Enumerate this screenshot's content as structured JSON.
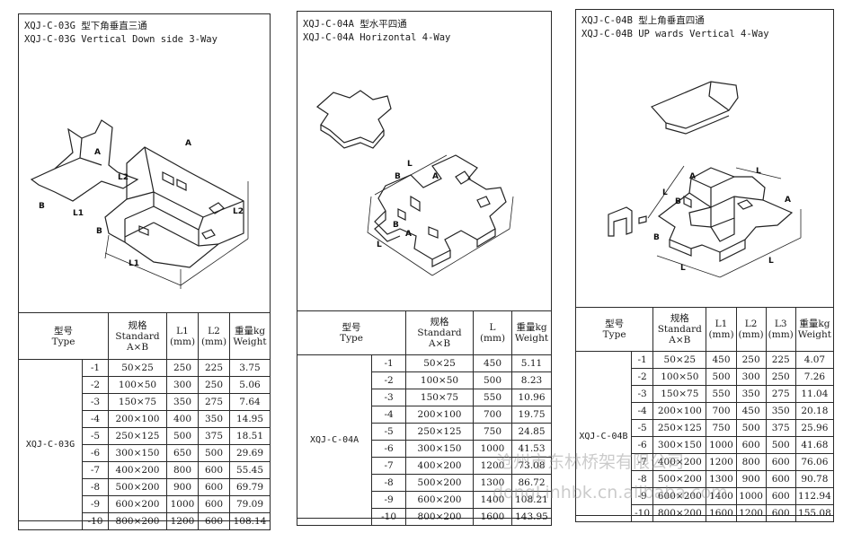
{
  "panels": [
    {
      "id": "xqj-c-03g",
      "title_cn": "XQJ-C-03G 型下角垂直三通",
      "title_en": "XQJ-C-03G Vertical Down side 3-Way",
      "type_code": "XQJ-C-03G",
      "headers": {
        "type": [
          "型号",
          "Type"
        ],
        "spec": [
          "规格",
          "Standard",
          "A×B"
        ],
        "dims": [
          [
            "L1",
            "(mm)"
          ],
          [
            "L2",
            "(mm)"
          ]
        ],
        "weight": [
          "重量kg",
          "Weight"
        ]
      },
      "rows": [
        {
          "suffix": "-1",
          "spec": "50×25",
          "dims": [
            "250",
            "225"
          ],
          "weight": "3.75"
        },
        {
          "suffix": "-2",
          "spec": "100×50",
          "dims": [
            "300",
            "250"
          ],
          "weight": "5.06"
        },
        {
          "suffix": "-3",
          "spec": "150×75",
          "dims": [
            "350",
            "275"
          ],
          "weight": "7.64"
        },
        {
          "suffix": "-4",
          "spec": "200×100",
          "dims": [
            "400",
            "350"
          ],
          "weight": "14.95"
        },
        {
          "suffix": "-5",
          "spec": "250×125",
          "dims": [
            "500",
            "375"
          ],
          "weight": "18.51"
        },
        {
          "suffix": "-6",
          "spec": "300×150",
          "dims": [
            "650",
            "500"
          ],
          "weight": "29.69"
        },
        {
          "suffix": "-7",
          "spec": "400×200",
          "dims": [
            "800",
            "600"
          ],
          "weight": "55.45"
        },
        {
          "suffix": "-8",
          "spec": "500×200",
          "dims": [
            "900",
            "600"
          ],
          "weight": "69.79"
        },
        {
          "suffix": "-9",
          "spec": "600×200",
          "dims": [
            "1000",
            "600"
          ],
          "weight": "79.09"
        },
        {
          "suffix": "-10",
          "spec": "800×200",
          "dims": [
            "1200",
            "600"
          ],
          "weight": "108.14"
        }
      ],
      "drawing_labels": [
        "A",
        "B",
        "L1",
        "L2",
        "A",
        "B",
        "L1",
        "L2"
      ]
    },
    {
      "id": "xqj-c-04a",
      "title_cn": "XQJ-C-04A 型水平四通",
      "title_en": "XQJ-C-04A Horizontal 4-Way",
      "type_code": "XQJ-C-04A",
      "headers": {
        "type": [
          "型号",
          "Type"
        ],
        "spec": [
          "规格",
          "Standard",
          "A×B"
        ],
        "dims": [
          [
            "L",
            "(mm)"
          ]
        ],
        "weight": [
          "重量kg",
          "Weight"
        ]
      },
      "rows": [
        {
          "suffix": "-1",
          "spec": "50×25",
          "dims": [
            "450"
          ],
          "weight": "5.11"
        },
        {
          "suffix": "-2",
          "spec": "100×50",
          "dims": [
            "500"
          ],
          "weight": "8.23"
        },
        {
          "suffix": "-3",
          "spec": "150×75",
          "dims": [
            "550"
          ],
          "weight": "10.96"
        },
        {
          "suffix": "-4",
          "spec": "200×100",
          "dims": [
            "700"
          ],
          "weight": "19.75"
        },
        {
          "suffix": "-5",
          "spec": "250×125",
          "dims": [
            "750"
          ],
          "weight": "24.85"
        },
        {
          "suffix": "-6",
          "spec": "300×150",
          "dims": [
            "1000"
          ],
          "weight": "41.53"
        },
        {
          "suffix": "-7",
          "spec": "400×200",
          "dims": [
            "1200"
          ],
          "weight": "73.08"
        },
        {
          "suffix": "-8",
          "spec": "500×200",
          "dims": [
            "1300"
          ],
          "weight": "86.72"
        },
        {
          "suffix": "-9",
          "spec": "600×200",
          "dims": [
            "1400"
          ],
          "weight": "108.21"
        },
        {
          "suffix": "-10",
          "spec": "800×200",
          "dims": [
            "1600"
          ],
          "weight": "143.95"
        }
      ],
      "drawing_labels": [
        "L",
        "A",
        "B",
        "L",
        "A",
        "B"
      ]
    },
    {
      "id": "xqj-c-04b",
      "title_cn": "XQJ-C-04B 型上角垂直四通",
      "title_en": "XQJ-C-04B UP wards Vertical 4-Way",
      "type_code": "XQJ-C-04B",
      "headers": {
        "type": [
          "型号",
          "Type"
        ],
        "spec": [
          "规格",
          "Standard",
          "A×B"
        ],
        "dims": [
          [
            "L1",
            "(mm)"
          ],
          [
            "L2",
            "(mm)"
          ],
          [
            "L3",
            "(mm)"
          ]
        ],
        "weight": [
          "重量kg",
          "Weight"
        ]
      },
      "rows": [
        {
          "suffix": "-1",
          "spec": "50×25",
          "dims": [
            "450",
            "250",
            "225"
          ],
          "weight": "4.07"
        },
        {
          "suffix": "-2",
          "spec": "100×50",
          "dims": [
            "500",
            "300",
            "250"
          ],
          "weight": "7.26"
        },
        {
          "suffix": "-3",
          "spec": "150×75",
          "dims": [
            "550",
            "350",
            "275"
          ],
          "weight": "11.04"
        },
        {
          "suffix": "-4",
          "spec": "200×100",
          "dims": [
            "700",
            "450",
            "350"
          ],
          "weight": "20.18"
        },
        {
          "suffix": "-5",
          "spec": "250×125",
          "dims": [
            "750",
            "500",
            "375"
          ],
          "weight": "25.96"
        },
        {
          "suffix": "-6",
          "spec": "300×150",
          "dims": [
            "1000",
            "600",
            "500"
          ],
          "weight": "41.68"
        },
        {
          "suffix": "-7",
          "spec": "400×200",
          "dims": [
            "1200",
            "800",
            "600"
          ],
          "weight": "76.06"
        },
        {
          "suffix": "-8",
          "spec": "500×200",
          "dims": [
            "1300",
            "900",
            "600"
          ],
          "weight": "90.78"
        },
        {
          "suffix": "-9",
          "spec": "600×200",
          "dims": [
            "1400",
            "1000",
            "600"
          ],
          "weight": "112.94"
        },
        {
          "suffix": "-10",
          "spec": "800×200",
          "dims": [
            "1600",
            "1200",
            "600"
          ],
          "weight": "155.08"
        }
      ],
      "drawing_labels": [
        "A",
        "B",
        "L",
        "L",
        "A",
        "B",
        "L",
        "L"
      ]
    }
  ],
  "watermark": {
    "line1": "沧州市东林桥架有限公司",
    "line2": "dongLinhbk.cn.alibaba.com"
  }
}
